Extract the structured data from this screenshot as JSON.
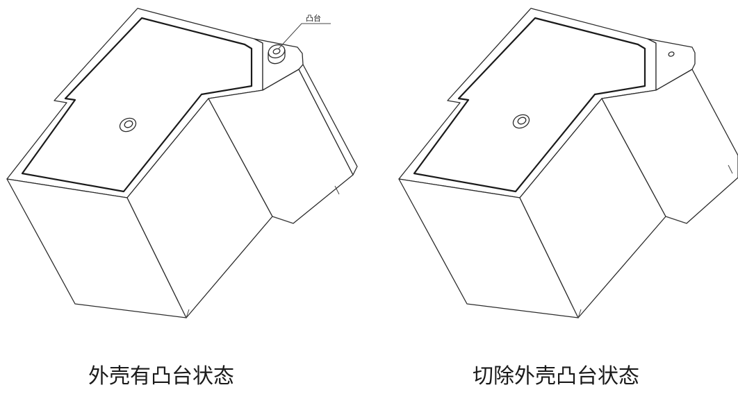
{
  "figures": [
    {
      "id": "with-boss",
      "caption": "外壳有凸台状态",
      "callout_label": "凸台"
    },
    {
      "id": "boss-removed",
      "caption": "切除外壳凸台状态"
    }
  ]
}
